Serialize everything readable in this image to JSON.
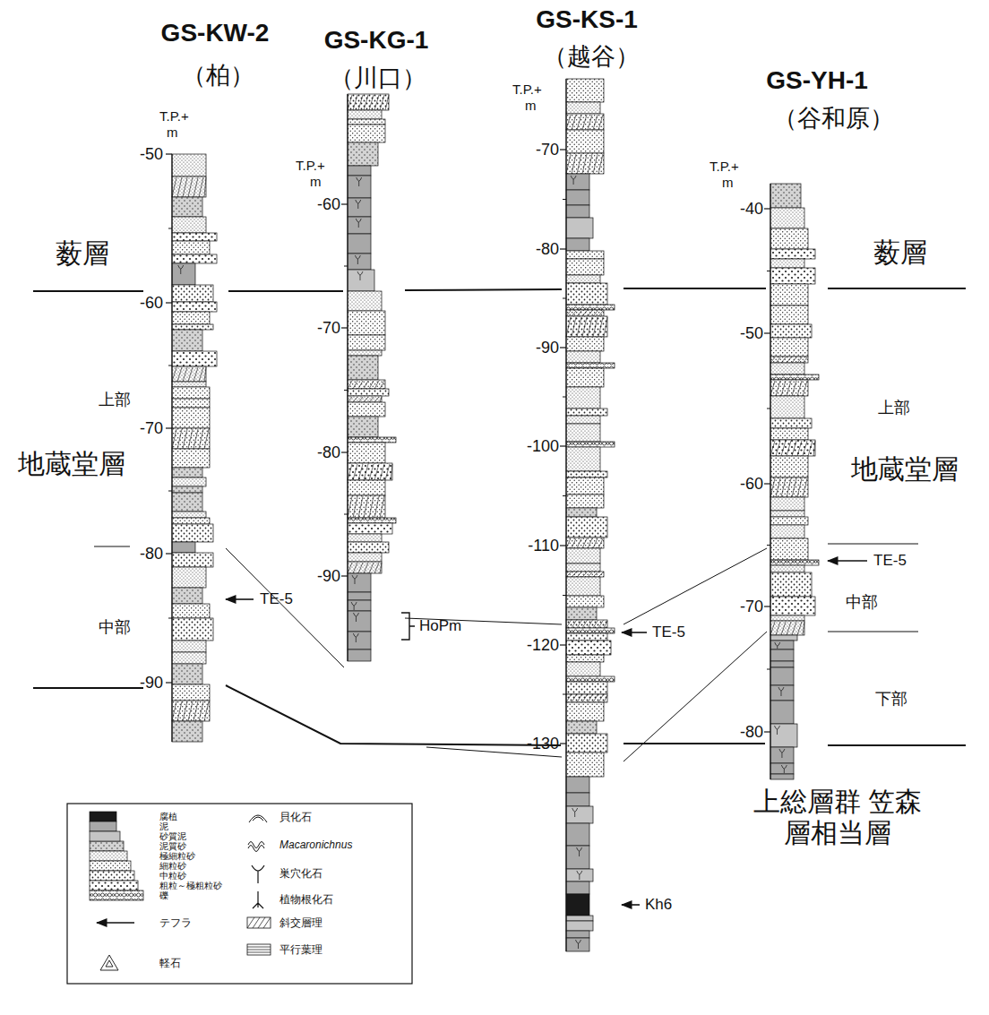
{
  "diagram": {
    "labels": [
      "GS-KW-2",
      "（柏）",
      "GS-KG-1",
      "（川口）",
      "GS-KS-1",
      "（越谷）",
      "GS-YH-1",
      "（谷和原）",
      "T.P.+",
      "m",
      "T.P.+",
      "m",
      "T.P.+",
      "m",
      "T.P.+",
      "m",
      "-50",
      "-60",
      "-70",
      "-80",
      "-90",
      "-60",
      "-70",
      "-80",
      "-90",
      "-70",
      "-80",
      "-90",
      "-100",
      "-110",
      "-120",
      "-130",
      "-40",
      "-50",
      "-60",
      "-70",
      "-80",
      "薮層",
      "地蔵堂層",
      "上部",
      "中部",
      "TE-5",
      "HoPm",
      "TE-5",
      "Kh6",
      "薮層",
      "上部",
      "地蔵堂層",
      "TE-5",
      "中部",
      "下部",
      "上総層群 笠森層相当層"
    ],
    "legend": [
      {
        "text": "腐植",
        "color": "#1a1a1a"
      },
      {
        "text": "泥",
        "color": "#a8a8a8"
      },
      {
        "text": "砂質泥",
        "color": "#c4c4c4"
      },
      {
        "text": "泥質砂"
      },
      {
        "text": "極細粒砂"
      },
      {
        "text": "細粒砂"
      },
      {
        "text": "中粒砂"
      },
      {
        "text": "粗粒～極粗粒砂"
      },
      {
        "text": "礫"
      },
      {
        "text": "テフラ"
      },
      {
        "text": "軽石"
      },
      {
        "text": "貝化石"
      },
      {
        "text": "Macaronichnus"
      },
      {
        "text": "巣穴化石"
      },
      {
        "text": "植物根化石"
      },
      {
        "text": "斜交層理"
      },
      {
        "text": "平行葉理"
      }
    ]
  }
}
